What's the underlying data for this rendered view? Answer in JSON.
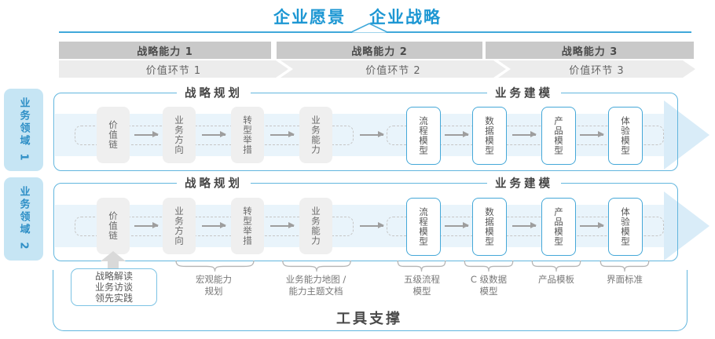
{
  "title": {
    "vision": "企业愿景",
    "strategy": "企业战略"
  },
  "strategic_capabilities": [
    "战略能力 1",
    "战略能力 2",
    "战略能力 3"
  ],
  "value_links": [
    "价值环节 1",
    "价值环节 2",
    "价值环节 3"
  ],
  "business_domains": [
    "业务领域 1",
    "业务领域 2"
  ],
  "rows": [
    {
      "planning_header": "战略规划",
      "modeling_header": "业务建模",
      "planning_boxes": [
        "价值链",
        "业务方向",
        "转型举措",
        "业务能力"
      ],
      "modeling_boxes": [
        "流程模型",
        "数据模型",
        "产品模型",
        "体验模型"
      ]
    },
    {
      "planning_header": "战略规划",
      "modeling_header": "业务建模",
      "planning_boxes": [
        "价值链",
        "业务方向",
        "转型举措",
        "业务能力"
      ],
      "modeling_boxes": [
        "流程模型",
        "数据模型",
        "产品模型",
        "体验模型"
      ]
    }
  ],
  "annotations": {
    "input_box_lines": [
      "战略解读",
      "业务访谈",
      "领先实践"
    ],
    "deliverables": [
      {
        "line1": "宏观能力",
        "line2": "规划"
      },
      {
        "line1": "业务能力地图 /",
        "line2": "能力主题文档"
      },
      {
        "line1": "五级流程",
        "line2": "模型"
      },
      {
        "line1": "C 级数据",
        "line2": "模型"
      },
      {
        "line1": "产品模板",
        "line2": ""
      },
      {
        "line1": "界面标准",
        "line2": ""
      }
    ]
  },
  "footer": {
    "tool_support": "工具支撑"
  },
  "colors": {
    "accent_blue": "#1d97d3",
    "container_border_blue": "#62b6de",
    "model_box_border_blue": "#45a8d8",
    "domain_label_bg": "#c6e5f4",
    "band_blue": "#e9f4fb",
    "band_arrowhead_blue": "#d9ecf8",
    "capability_bar_gray": "#c9c9c9",
    "value_link_gray": "#ececec",
    "planning_box_gray": "#efefef"
  }
}
